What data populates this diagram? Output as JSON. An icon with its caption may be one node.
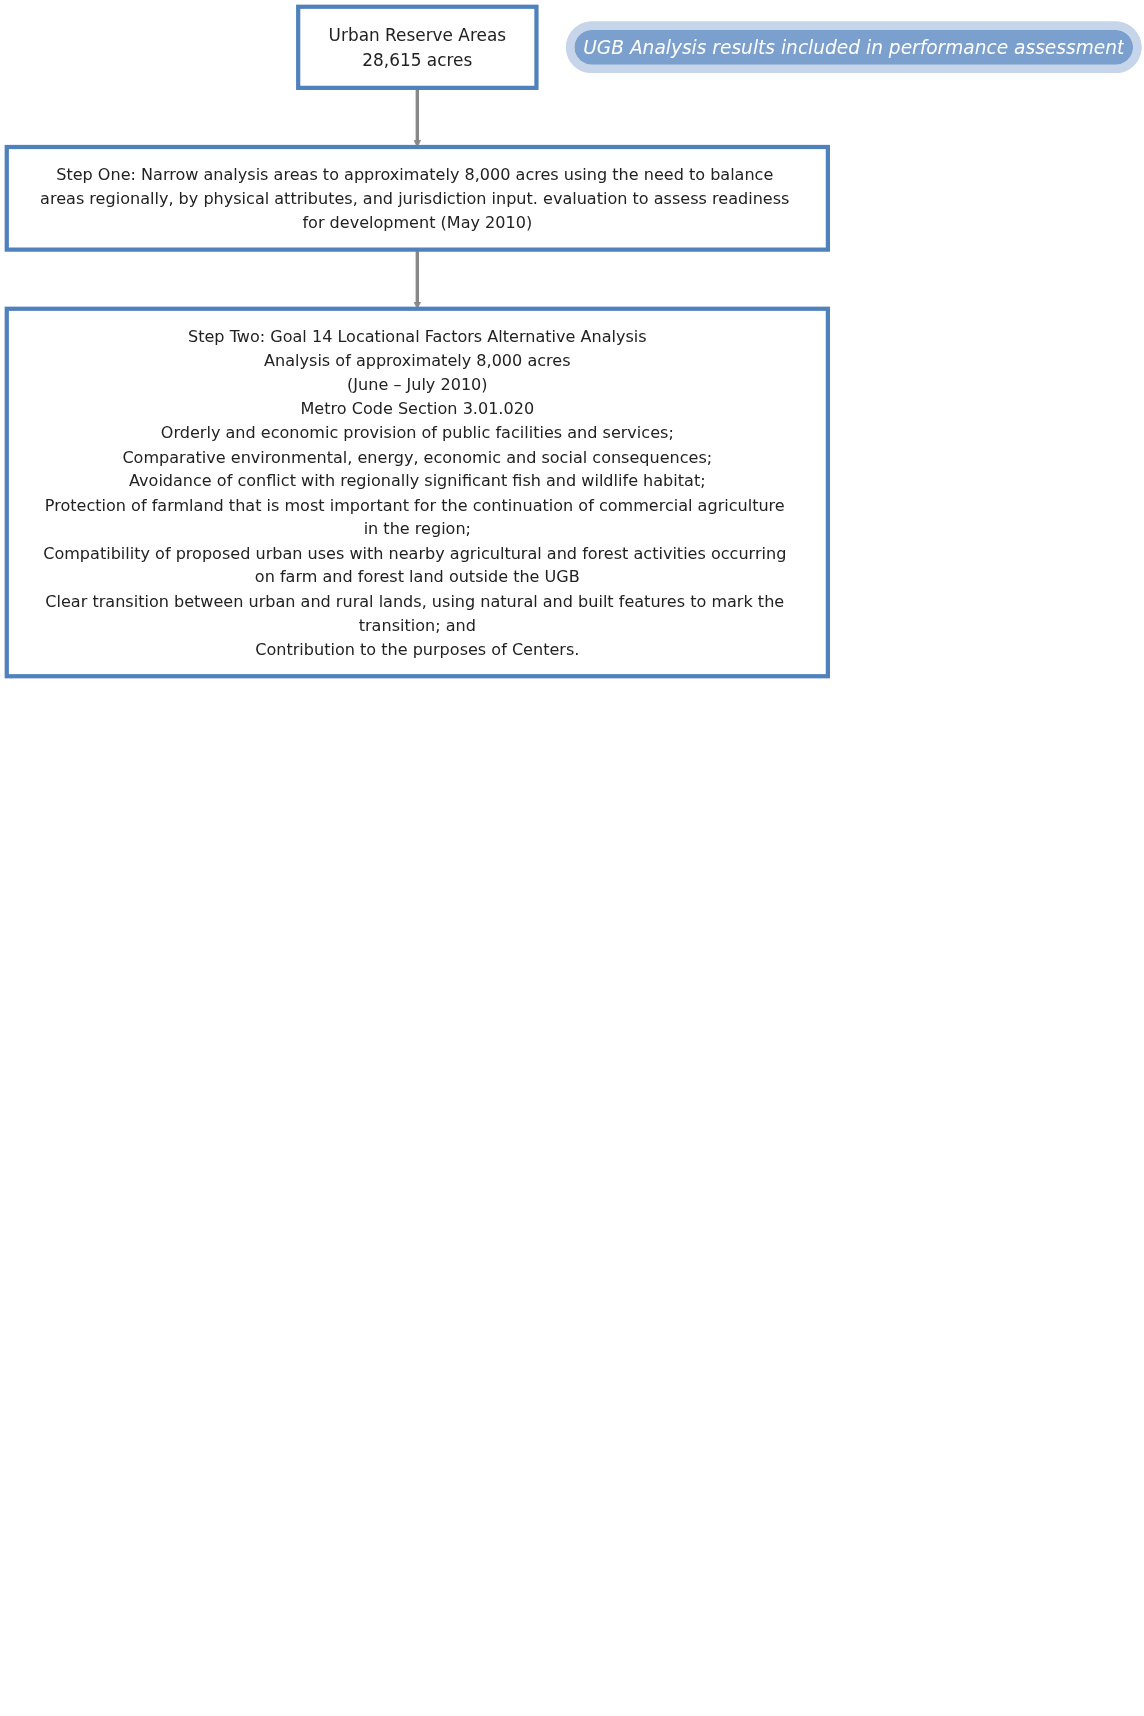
{
  "diagram": {
    "nodes": [
      {
        "text": [
          "Urban Reserve Areas",
          "28,615 acres"
        ]
      },
      {
        "text": [
          "Step One: Narrow analysis areas to approximately 8,000 acres using the need to balance areas regionally, by physical attributes, and jurisdiction input. evaluation to assess readiness for development (May 2010)"
        ]
      },
      {
        "text": [
          "Step Two: Goal 14 Locational Factors Alternative Analysis",
          "Analysis of approximately 8,000 acres",
          "(June – July 2010)",
          "Metro Code Section 3.01.020",
          "Orderly and economic provision of public facilities and services;",
          "Comparative environmental, energy, economic and social consequences;",
          "Avoidance of conflict with regionally significant fish and wildlife habitat;",
          "Protection of farmland that is most important for the continuation of commercial agriculture in the region;",
          "Compatibility of proposed urban uses with nearby agricultural and forest activities occurring on farm and forest land outside the UGB",
          "Clear transition between urban and rural lands, using natural and built features to mark the transition; and",
          "Contribution to the purposes of Centers."
        ]
      },
      {
        "text": [
          "UGB Analysis results included in performance assessment"
        ]
      }
    ],
    "edges": [
      {
        "from": 0,
        "to": 1,
        "arrow": "to"
      },
      {
        "from": 1,
        "to": 2,
        "arrow": "to"
      }
    ]
  }
}
